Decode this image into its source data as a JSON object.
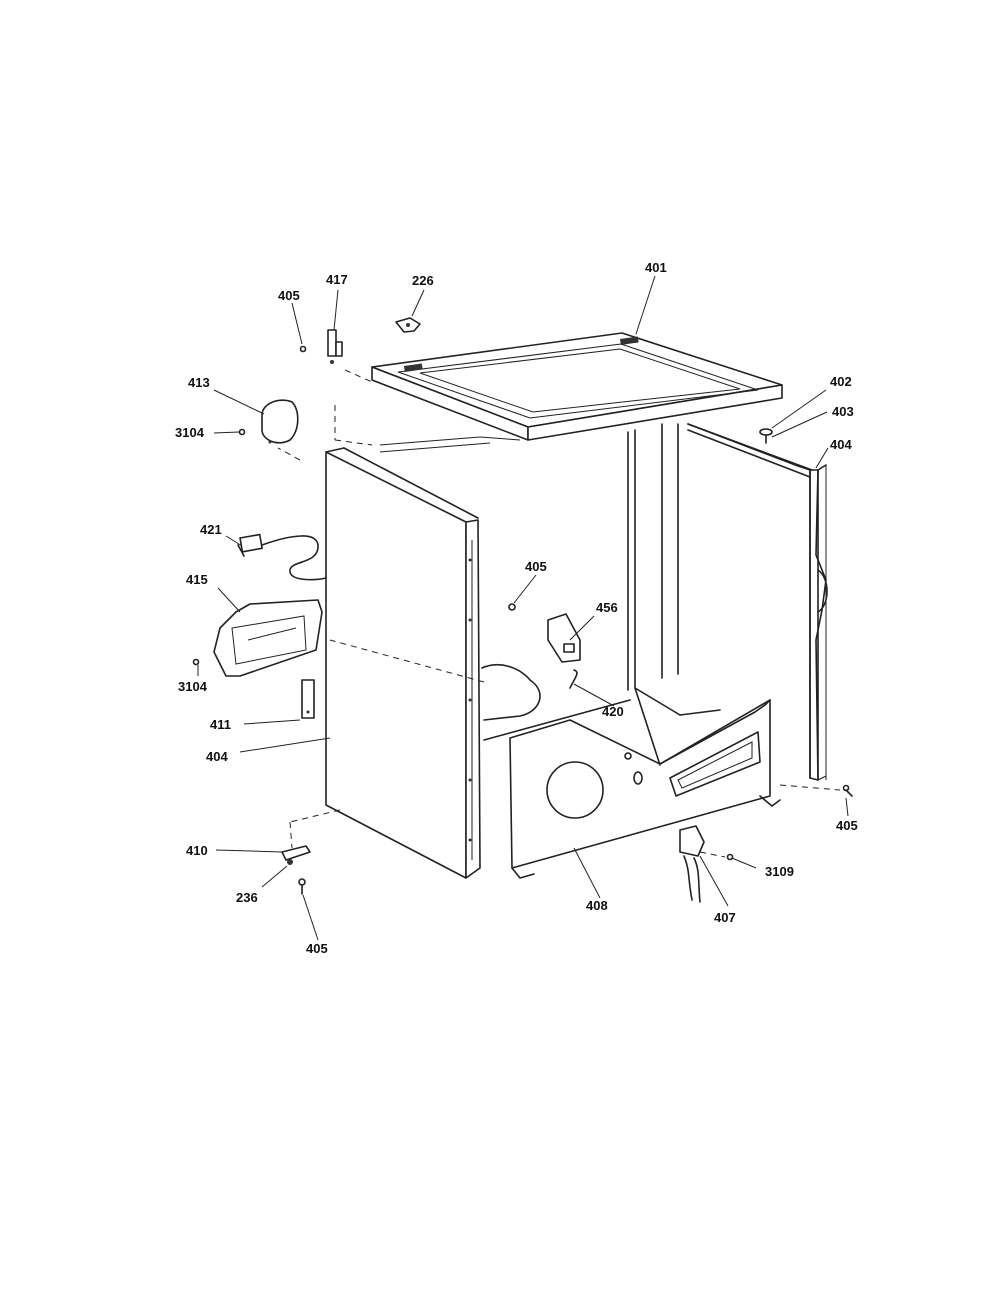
{
  "labels": {
    "l401": "401",
    "l226": "226",
    "l417": "417",
    "l405a": "405",
    "l413": "413",
    "l3104a": "3104",
    "l402": "402",
    "l403": "403",
    "l404a": "404",
    "l421": "421",
    "l405b": "405",
    "l415": "415",
    "l456": "456",
    "l3104b": "3104",
    "l420": "420",
    "l411": "411",
    "l404b": "404",
    "l405c": "405",
    "l410": "410",
    "l3109": "3109",
    "l236": "236",
    "l408": "408",
    "l407": "407",
    "l405d": "405"
  }
}
